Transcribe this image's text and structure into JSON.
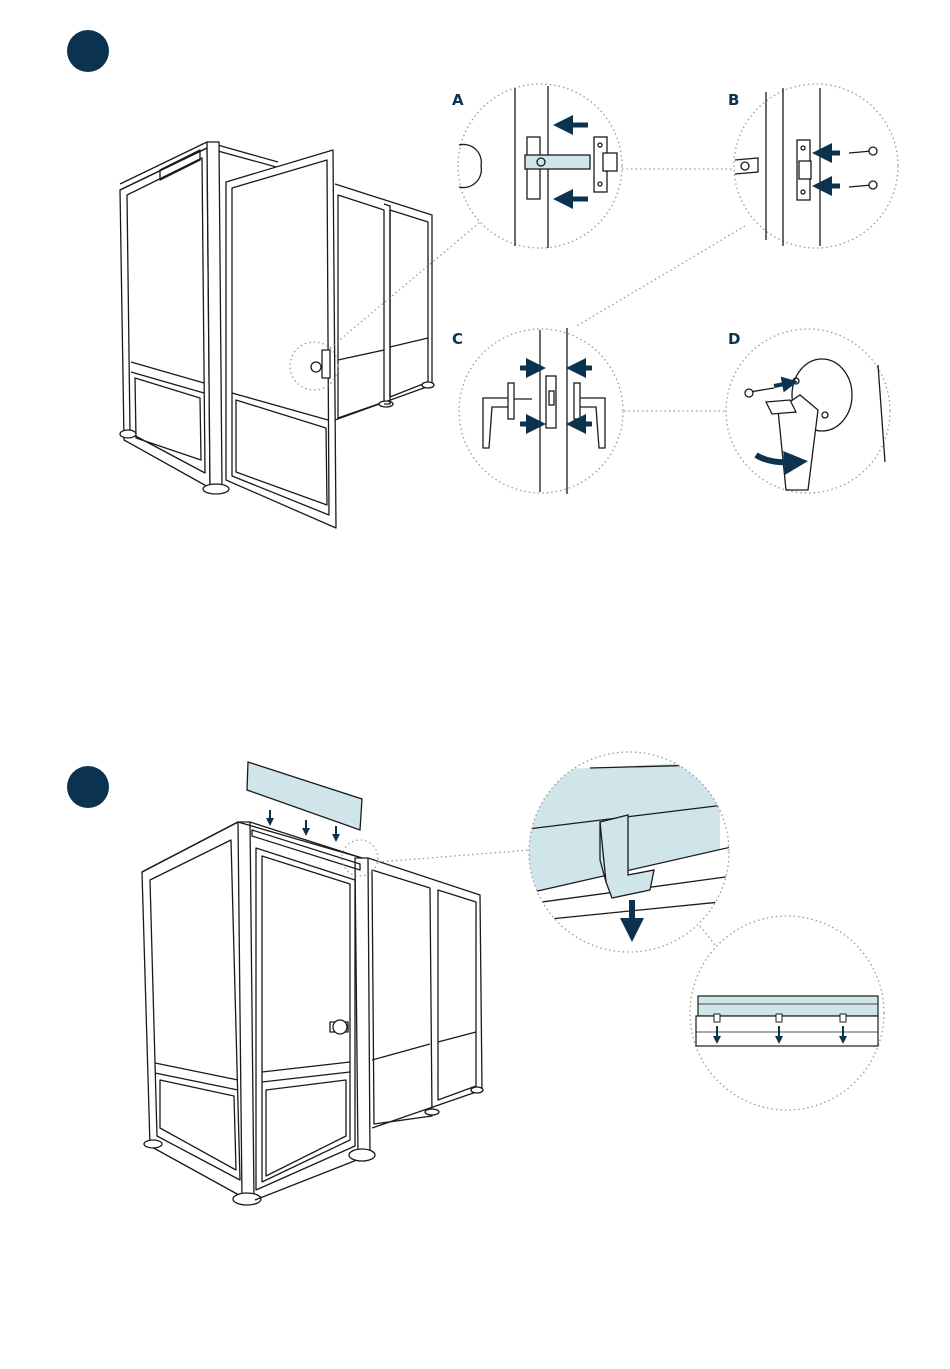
{
  "palette": {
    "accent": "#0b3350",
    "glass": "#cfe5ea",
    "line": "#1a1a1a",
    "dotted": "#9a9a9a"
  },
  "step1": {
    "marker_icon": "step-circle",
    "details": [
      {
        "label": "A",
        "description_icon": "latch-insertion-icon"
      },
      {
        "label": "B",
        "description_icon": "latch-screws-icon"
      },
      {
        "label": "C",
        "description_icon": "handle-assembly-icon"
      },
      {
        "label": "D",
        "description_icon": "handle-set-screw-icon"
      }
    ]
  },
  "step2": {
    "marker_icon": "step-circle",
    "details": [
      {
        "label": "",
        "description_icon": "top-rail-clip-icon"
      },
      {
        "label": "",
        "description_icon": "top-rail-side-view-icon"
      }
    ]
  }
}
